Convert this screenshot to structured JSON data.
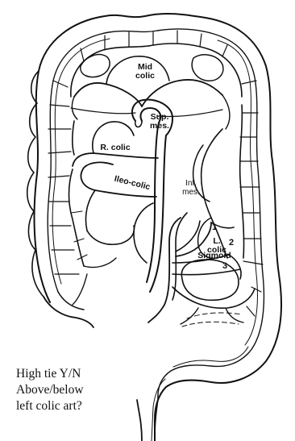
{
  "labels": {
    "mid_colic": "Mid\ncolic",
    "sup_mes": "Sup.\nmes.",
    "r_colic": "R. colic",
    "ileo_colic": "Ileo-colic",
    "inf_mes": "Inf.\nmes.",
    "l_colic": "L.\ncolic",
    "num_1": "1",
    "num_2": "2",
    "sigmoid": "Sigmoid",
    "num_3": "3"
  },
  "question": {
    "line1": "High tie Y/N",
    "line2": "Above/below",
    "line3": "left colic art?"
  }
}
